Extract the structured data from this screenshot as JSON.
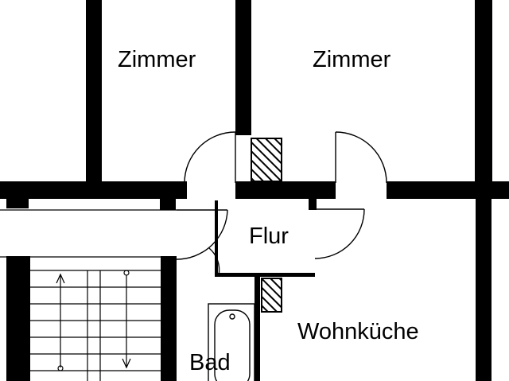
{
  "rooms": {
    "zimmer_left": "Zimmer",
    "zimmer_right": "Zimmer",
    "flur": "Flur",
    "wohnkueche": "Wohnküche",
    "bad": "Bad"
  },
  "colors": {
    "wall": "#000000",
    "background": "#ffffff",
    "line": "#000000"
  }
}
